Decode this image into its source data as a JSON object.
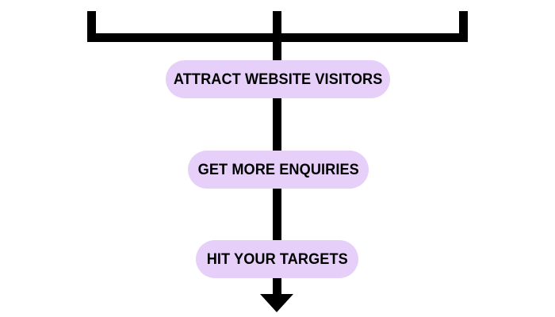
{
  "diagram": {
    "type": "funnel-flowchart",
    "background_color": "#ffffff",
    "line_color": "#000000",
    "pill_color": "#e6cff8",
    "text_color": "#000000",
    "title": "",
    "steps": [
      {
        "label": "ATTRACT WEBSITE VISITORS"
      },
      {
        "label": "GET MORE ENQUIRIES"
      },
      {
        "label": "HIT YOUR TARGETS"
      }
    ],
    "connectors": {
      "top_bracket_name": "top-bracket",
      "spine_name": "vertical-spine",
      "arrow_name": "down-arrow"
    }
  }
}
